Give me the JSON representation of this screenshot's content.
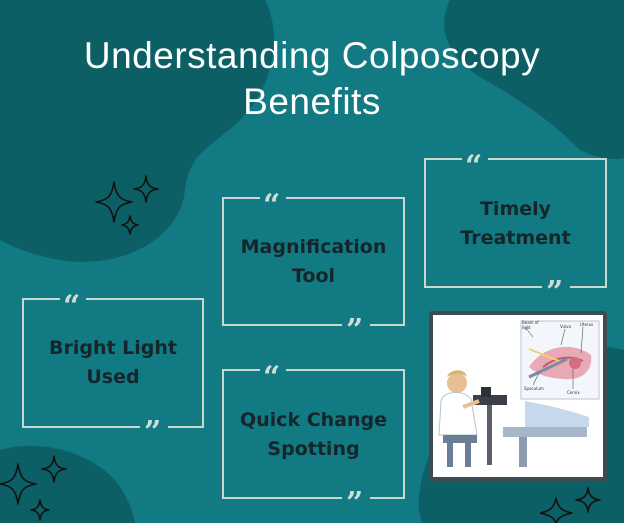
{
  "title": "Understanding Colposcopy\nBenefits",
  "cards": [
    {
      "label": "Bright Light\nUsed"
    },
    {
      "label": "Magnification\nTool"
    },
    {
      "label": "Timely\nTreatment"
    },
    {
      "label": "Quick Change\nSpotting"
    }
  ],
  "quote_open": "“",
  "quote_close": "”",
  "colors": {
    "background": "#117a82",
    "blob": "#0d5f66",
    "card_border": "#c8d7cf",
    "card_text": "#14262b",
    "title": "#ffffff"
  },
  "illustration": {
    "labels": [
      "Beam of light",
      "Vulva",
      "Uterus",
      "Speculum",
      "Cervix"
    ]
  }
}
